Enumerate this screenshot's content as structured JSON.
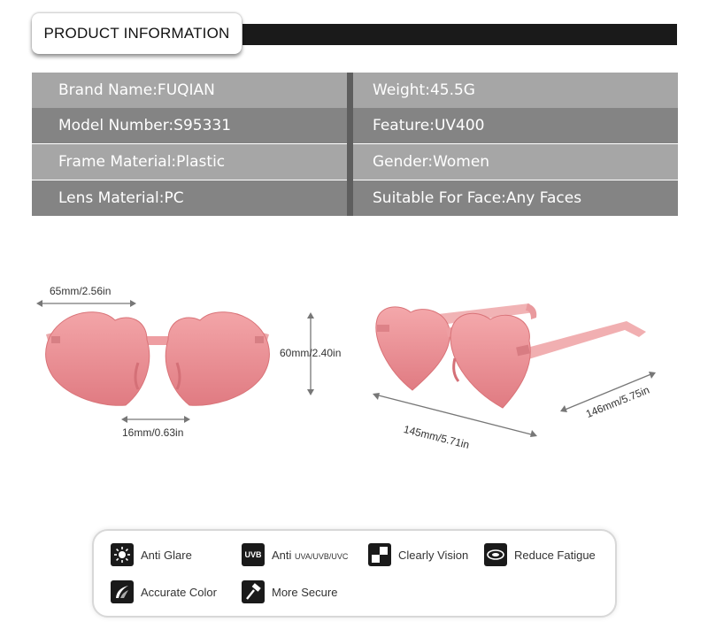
{
  "header": {
    "title": "PRODUCT INFORMATION"
  },
  "specs": {
    "rows": [
      {
        "left": "Brand Name:FUQIAN",
        "right": "Weight:45.5G"
      },
      {
        "left": "Model Number:S95331",
        "right": "Feature:UV400"
      },
      {
        "left": "Frame Material:Plastic",
        "right": "Gender:Women"
      },
      {
        "left": "Lens Material:PC",
        "right": "Suitable For Face:Any Faces"
      }
    ]
  },
  "dimensions": {
    "lens_width": "65mm/2.56in",
    "lens_height": "60mm/2.40in",
    "bridge": "16mm/0.63in",
    "frame_width": "145mm/5.71in",
    "temple_length": "146mm/5.75in"
  },
  "features": {
    "anti_glare": {
      "label": "Anti Glare",
      "icon": "sun-icon"
    },
    "anti_uv": {
      "prefix": "Anti",
      "suffix": "UVA/UVB/UVC",
      "badge": "UVB",
      "icon": "uvb-icon"
    },
    "clearly_vision": {
      "label": "Clearly Vision",
      "icon": "checker-icon"
    },
    "reduce_fatigue": {
      "label": "Reduce Fatigue",
      "icon": "eye-icon"
    },
    "accurate_color": {
      "label": "Accurate Color",
      "icon": "color-swirl-icon"
    },
    "more_secure": {
      "label": "More Secure",
      "icon": "hammer-icon"
    }
  },
  "colors": {
    "lens": "#e88a8f",
    "frame": "#f0a8a8",
    "header_bar": "#1a1a1a",
    "row_light": "#a6a6a6",
    "row_dark": "#848484"
  }
}
